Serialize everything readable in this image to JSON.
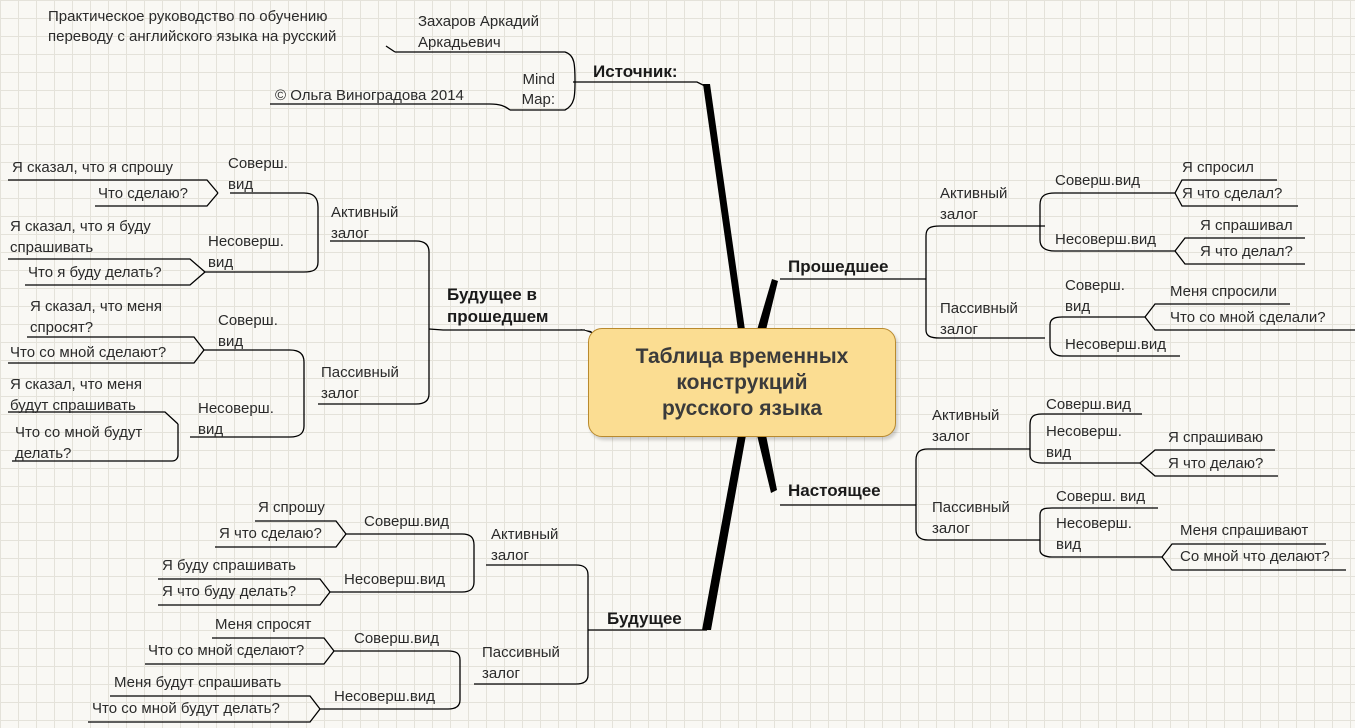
{
  "center": {
    "lines": [
      "Таблица временных",
      "конструкций",
      "русского языка"
    ]
  },
  "source": {
    "title": "Источник:",
    "author": "Захаров Аркадий Аркадьевич",
    "book": "Практическое руководство по обучению переводу с английского языка на русский",
    "mindmap_label": "Mind Map:",
    "copyright": "© Ольга Виноградова 2014"
  },
  "past": {
    "title": "Прошедшее",
    "active": {
      "label": "Активный залог",
      "perf": {
        "label": "Соверш.вид",
        "items": [
          "Я спросил",
          "Я что сделал?"
        ]
      },
      "imperf": {
        "label": "Несоверш.вид",
        "items": [
          "Я спрашивал",
          "Я что делал?"
        ]
      }
    },
    "passive": {
      "label": "Пассивный залог",
      "perf": {
        "label": "Соверш. вид",
        "items": [
          "Меня спросили",
          "Что со мной сделали?"
        ]
      },
      "imperf": {
        "label": "Несоверш.вид"
      }
    }
  },
  "present": {
    "title": "Настоящее",
    "active": {
      "label": "Активный залог",
      "perf": {
        "label": "Соверш.вид"
      },
      "imperf": {
        "label": "Несоверш. вид",
        "items": [
          "Я спрашиваю",
          "Я что делаю?"
        ]
      }
    },
    "passive": {
      "label": "Пассивный залог",
      "perf": {
        "label": "Соверш. вид"
      },
      "imperf": {
        "label": "Несоверш. вид",
        "items": [
          "Меня спрашивают",
          "Со мной что делают?"
        ]
      }
    }
  },
  "future_in_past": {
    "title": "Будущее в прошедшем",
    "active": {
      "label": "Активный залог",
      "perf": {
        "label": "Соверш. вид",
        "items": [
          "Я сказал, что я спрошу",
          "Что сделаю?"
        ]
      },
      "imperf": {
        "label": "Несоверш. вид",
        "items": [
          "Я сказал, что я буду спрашивать",
          "Что я буду делать?"
        ]
      }
    },
    "passive": {
      "label": "Пассивный залог",
      "perf": {
        "label": "Соверш. вид",
        "items": [
          "Я сказал, что меня спросят?",
          "Что со мной сделают?"
        ]
      },
      "imperf": {
        "label": "Несоверш. вид",
        "items": [
          "Я сказал, что меня будут спрашивать",
          "Что со мной будут делать?"
        ]
      }
    }
  },
  "future": {
    "title": "Будущее",
    "active": {
      "label": "Активный залог",
      "perf": {
        "label": "Соверш.вид",
        "items": [
          "Я спрошу",
          "Я что сделаю?"
        ]
      },
      "imperf": {
        "label": "Несоверш.вид",
        "items": [
          "Я буду спрашивать",
          "Я что буду делать?"
        ]
      }
    },
    "passive": {
      "label": "Пассивный залог",
      "perf": {
        "label": "Соверш.вид",
        "items": [
          "Меня спросят",
          "Что со мной сделают?"
        ]
      },
      "imperf": {
        "label": "Несоверш.вид",
        "items": [
          "Меня будут спрашивать",
          "Что со мной будут делать?"
        ]
      }
    }
  }
}
